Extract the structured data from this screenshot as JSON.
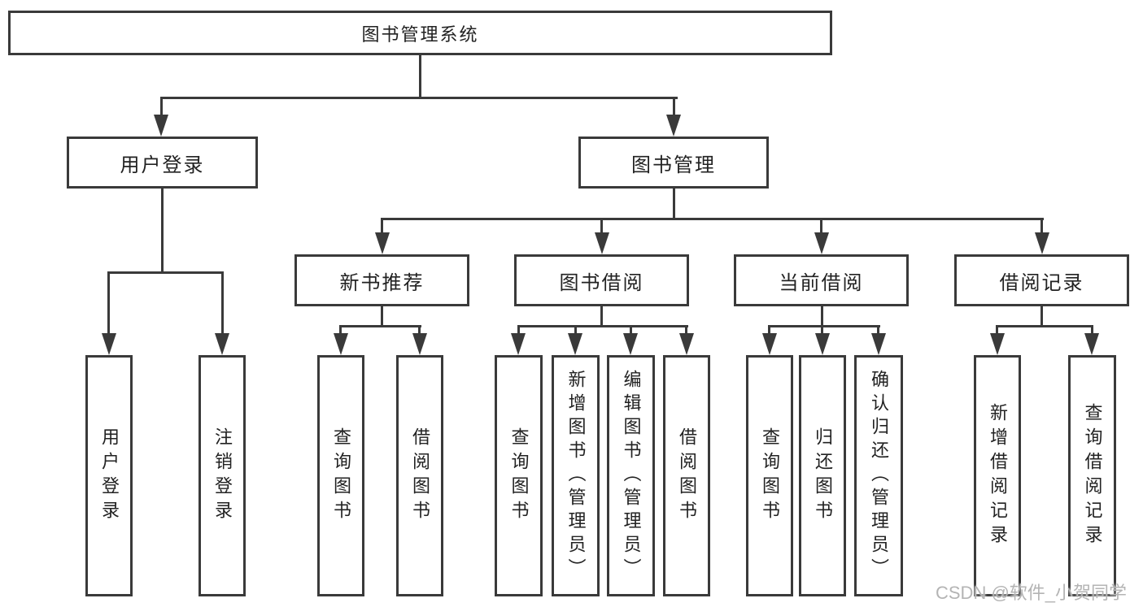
{
  "diagram": {
    "root": "图书管理系统",
    "level2": {
      "user_login": "用户登录",
      "book_mgmt": "图书管理"
    },
    "level3": {
      "new_book_rec": "新书推荐",
      "book_borrow": "图书借阅",
      "current_borrow": "当前借阅",
      "borrow_records": "借阅记录"
    },
    "leaves": [
      "用户登录",
      "注销登录",
      "查询图书",
      "借阅图书",
      "查询图书",
      "新增图书（管理员）",
      "编辑图书（管理员）",
      "借阅图书",
      "查询图书",
      "归还图书",
      "确认归还（管理员）",
      "新增借阅记录",
      "查询借阅记录"
    ]
  },
  "watermark": "CSDN @软件_小贺同学",
  "colors": {
    "line": "#3a3a3a",
    "text": "#222222",
    "watermark": "#b4b4b4",
    "background": "#ffffff"
  }
}
